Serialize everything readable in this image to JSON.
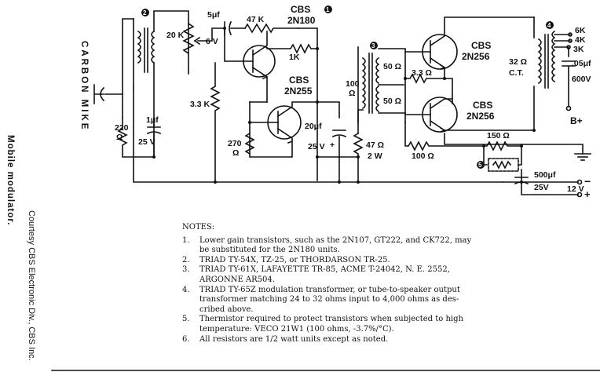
{
  "caption": "Mobile modulator.",
  "credit": "Courtesy CBS Electronic Div., CBS Inc.",
  "mic_label": "CARBON MIKE",
  "labels": {
    "c_5uf": "5μf",
    "c_5uf_v": "6 V",
    "r_47k": "47 K",
    "q1_a": "CBS",
    "q1_b": "2N180",
    "r_1k": "1K",
    "pot_20k": "20 K",
    "r_33k": "3.3 K",
    "q2_a": "CBS",
    "q2_b": "2N255",
    "r_270": "270",
    "r_270_u": "Ω",
    "c_20uf": "20μf",
    "c_20uf_v": "25 V",
    "r_47": "47 Ω",
    "r_47_w": "2 W",
    "r_220": "220",
    "r_220_u": "Ω",
    "c_1uf": "1μf",
    "c_1uf_v": "25 V",
    "t3_100": "100",
    "t3_100_u": "Ω",
    "t3_50a": "50 Ω",
    "t3_50b": "50 Ω",
    "r_33": "3.3 Ω",
    "q3_a": "CBS",
    "q3_b": "2N256",
    "q4_a": "CBS",
    "q4_b": "2N256",
    "t4_32": "32 Ω",
    "t4_ct": "C.T.",
    "tap_6k": "6K",
    "tap_4k": "4K",
    "tap_3k": "3K",
    "c_05uf": ".05μf",
    "c_05uf_v": "600V",
    "bplus": "B+",
    "r_150": "150 Ω",
    "r_100": "100 Ω",
    "c_500uf": "500μf",
    "c_500uf_v": "25V",
    "batt_12v": "12 V",
    "minus": "−",
    "plus": "+",
    "cap_plus": "+"
  },
  "markers": {
    "m1": "1",
    "m2": "2",
    "m3": "3",
    "m4": "4",
    "m5": "5"
  },
  "notes": {
    "title": "NOTES:",
    "items": [
      {
        "num": "1.",
        "lines": [
          "Lower gain transistors, such as the 2N107, GT222, and CK722, may",
          "be substituted for the 2N180 units."
        ]
      },
      {
        "num": "2.",
        "lines": [
          "TRIAD TY-54X, TZ-25, or THORDARSON TR-25."
        ]
      },
      {
        "num": "3.",
        "lines": [
          "TRIAD TY-61X, LAFAYETTE TR-85, ACME T-24042, N. E. 2552,",
          "ARGONNE AR504."
        ]
      },
      {
        "num": "4.",
        "lines": [
          "TRIAD TY-65Z modulation transformer, or tube-to-speaker output",
          "transformer matching 24 to 32 ohms input to 4,000 ohms as des-",
          "cribed above."
        ]
      },
      {
        "num": "5.",
        "lines": [
          "Thermistor required to protect transistors when subjected to high",
          "temperature: VECO 21W1 (100 ohms, -3.7%/°C)."
        ]
      },
      {
        "num": "6.",
        "lines": [
          "All resistors are 1/2 watt units except as noted."
        ]
      }
    ]
  }
}
